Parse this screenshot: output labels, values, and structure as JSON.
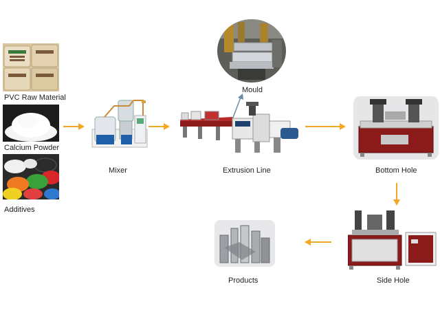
{
  "labels": {
    "pvc": "PVC Raw Material",
    "calcium": "Calcium Powder",
    "additives": "Additives",
    "mixer": "Mixer",
    "extrusion": "Extrusion Line",
    "mould": "Mould",
    "bottom_hole": "Bottom Hole",
    "side_hole": "Side Hole",
    "products": "Products"
  },
  "colors": {
    "arrow": "#f2a822",
    "mould_arrow": "#6c8aa3",
    "machine_red": "#8b1a1a",
    "machine_blue": "#1f5fa8"
  }
}
